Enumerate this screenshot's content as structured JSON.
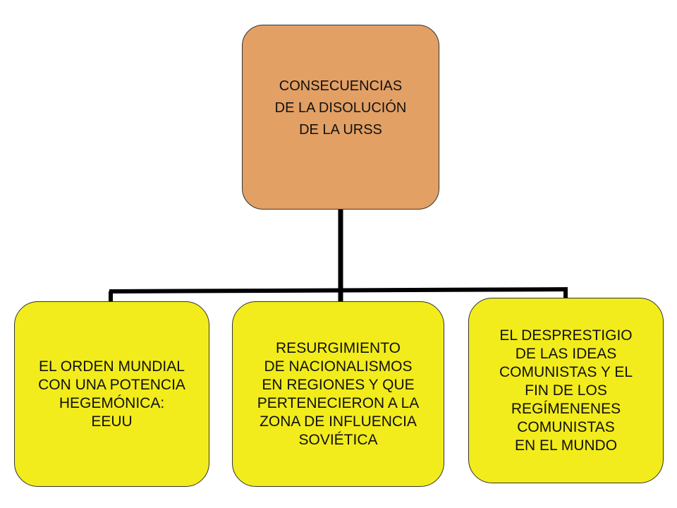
{
  "colors": {
    "root_fill": "#e2a064",
    "child_fill": "#f2ec1c",
    "connector": "#000000"
  },
  "diagram": {
    "root": {
      "label": "CONSECUENCIAS\nDE LA DISOLUCIÓN\nDE LA URSS"
    },
    "children": [
      {
        "label": "EL ORDEN MUNDIAL\nCON UNA POTENCIA\nHEGEMÓNICA:\nEEUU"
      },
      {
        "label": "RESURGIMIENTO\nDE NACIONALISMOS\nEN REGIONES Y QUE\nPERTENECIERON A LA\nZONA DE INFLUENCIA\nSOVIÉTICA"
      },
      {
        "label": "EL DESPRESTIGIO\nDE LAS IDEAS\nCOMUNISTAS Y EL\nFIN DE LOS\nREGÍMENENES\nCOMUNISTAS\nEN EL MUNDO"
      }
    ]
  }
}
